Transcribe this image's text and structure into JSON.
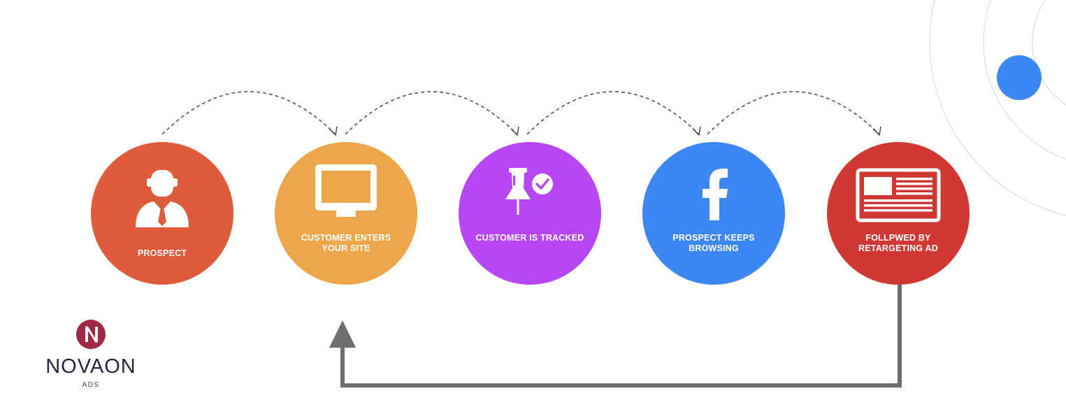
{
  "steps": [
    {
      "label": "PROSPECT",
      "color": "#e05a3c",
      "icon": "user-icon"
    },
    {
      "label": "CUSTOMER ENTERS YOUR SITE",
      "color": "#eda64a",
      "icon": "monitor-icon"
    },
    {
      "label": "CUSTOMER IS TRACKED",
      "color": "#b747f5",
      "icon": "pin-check-icon"
    },
    {
      "label": "PROSPECT KEEPS BROWSING",
      "color": "#3d87f5",
      "icon": "facebook-icon"
    },
    {
      "label": "FOLLPWED BY RETARGETING AD",
      "color": "#cf3833",
      "icon": "ad-icon"
    }
  ],
  "logo": {
    "word": "NOVAON",
    "sub": "ADS",
    "color": "#a02a45"
  },
  "colors": {
    "arrow": "#6e6e6e",
    "dash": "#555555",
    "accent": "#3d87f5",
    "ring": "#dcdcdc"
  }
}
